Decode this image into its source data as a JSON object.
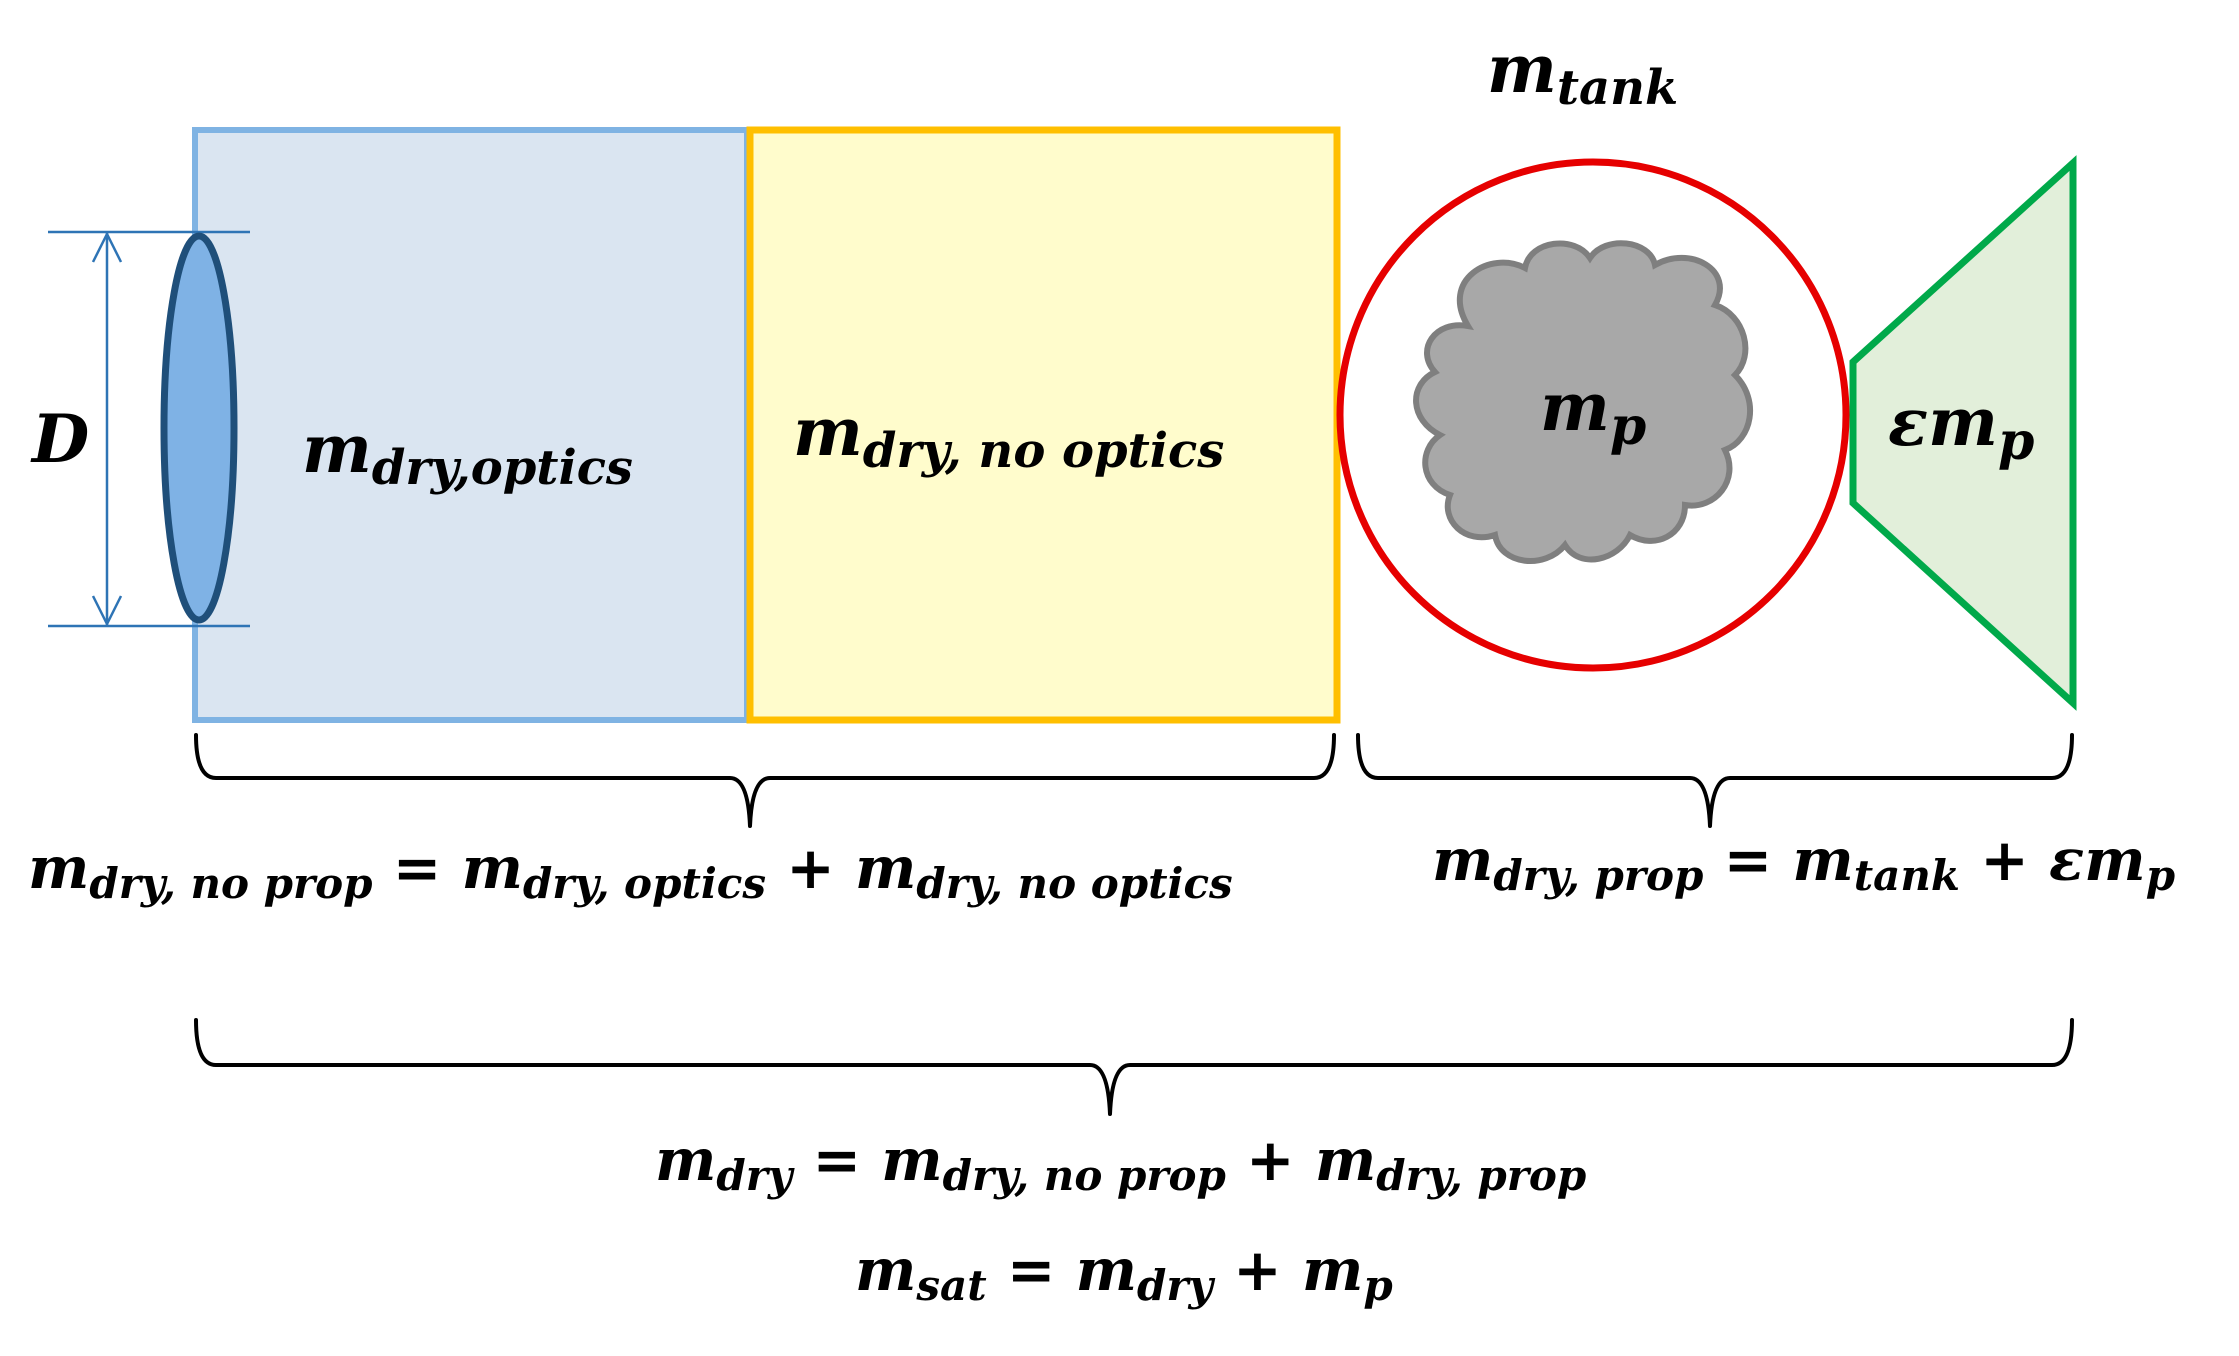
{
  "colors": {
    "optics_fill": "#dae5f1",
    "optics_stroke": "#7fb3e3",
    "payload_fill": "#fffccc",
    "payload_stroke": "#ffbf00",
    "tank_stroke": "#e60000",
    "propellant_fill": "#a8a8a8",
    "propellant_stroke": "#7f7f7f",
    "nozzle_fill": "#e2efda",
    "nozzle_stroke": "#00a94a",
    "lens_fill": "#7fb2e5",
    "lens_stroke": "#1f4f7a",
    "dimension_color": "#2e74b5"
  },
  "labels": {
    "aperture": {
      "base": "D",
      "sub": ""
    },
    "optics": {
      "base": "m",
      "sub": "dry,optics"
    },
    "no_optics": {
      "base": "m",
      "sub": "dry, no optics"
    },
    "tank": {
      "base": "m",
      "sub": "tank"
    },
    "propellant": {
      "base": "m",
      "sub": "p"
    },
    "nozzle": {
      "base": "εm",
      "sub": "p"
    }
  },
  "equations": {
    "dry_no_prop": {
      "lhs": {
        "base": "m",
        "sub": "dry, no prop"
      },
      "op": "=",
      "t1": {
        "base": "m",
        "sub": "dry, optics"
      },
      "plus": "+",
      "t2": {
        "base": "m",
        "sub": "dry, no optics"
      }
    },
    "dry_prop": {
      "lhs": {
        "base": "m",
        "sub": "dry, prop"
      },
      "op": "=",
      "t1": {
        "base": "m",
        "sub": "tank"
      },
      "plus": "+",
      "t2": {
        "base": "εm",
        "sub": "p"
      }
    },
    "dry_total": {
      "lhs": {
        "base": "m",
        "sub": "dry"
      },
      "op": "=",
      "t1": {
        "base": "m",
        "sub": "dry, no prop"
      },
      "plus": "+",
      "t2": {
        "base": "m",
        "sub": "dry, prop"
      }
    },
    "sat_total": {
      "lhs": {
        "base": "m",
        "sub": "sat"
      },
      "op": "=",
      "t1": {
        "base": "m",
        "sub": "dry"
      },
      "plus": "+",
      "t2": {
        "base": "m",
        "sub": "p"
      }
    }
  }
}
